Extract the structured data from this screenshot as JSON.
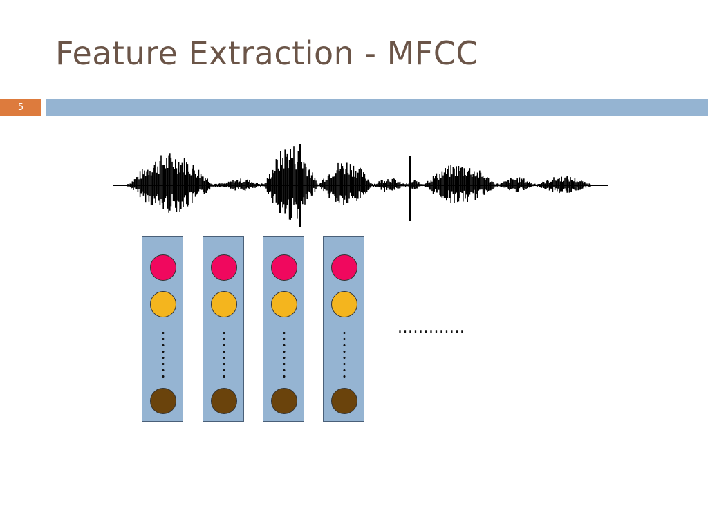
{
  "slide": {
    "title": "Feature Extraction - MFCC",
    "number": "5"
  },
  "colors": {
    "title_text": "#6b5548",
    "accent_orange": "#dd7b3d",
    "accent_blue": "#95b4d2",
    "coef_1": "#f0085e",
    "coef_2": "#f4b51e",
    "coef_last": "#6a430c"
  },
  "diagram": {
    "frame_count": 4,
    "continuation": "............."
  }
}
